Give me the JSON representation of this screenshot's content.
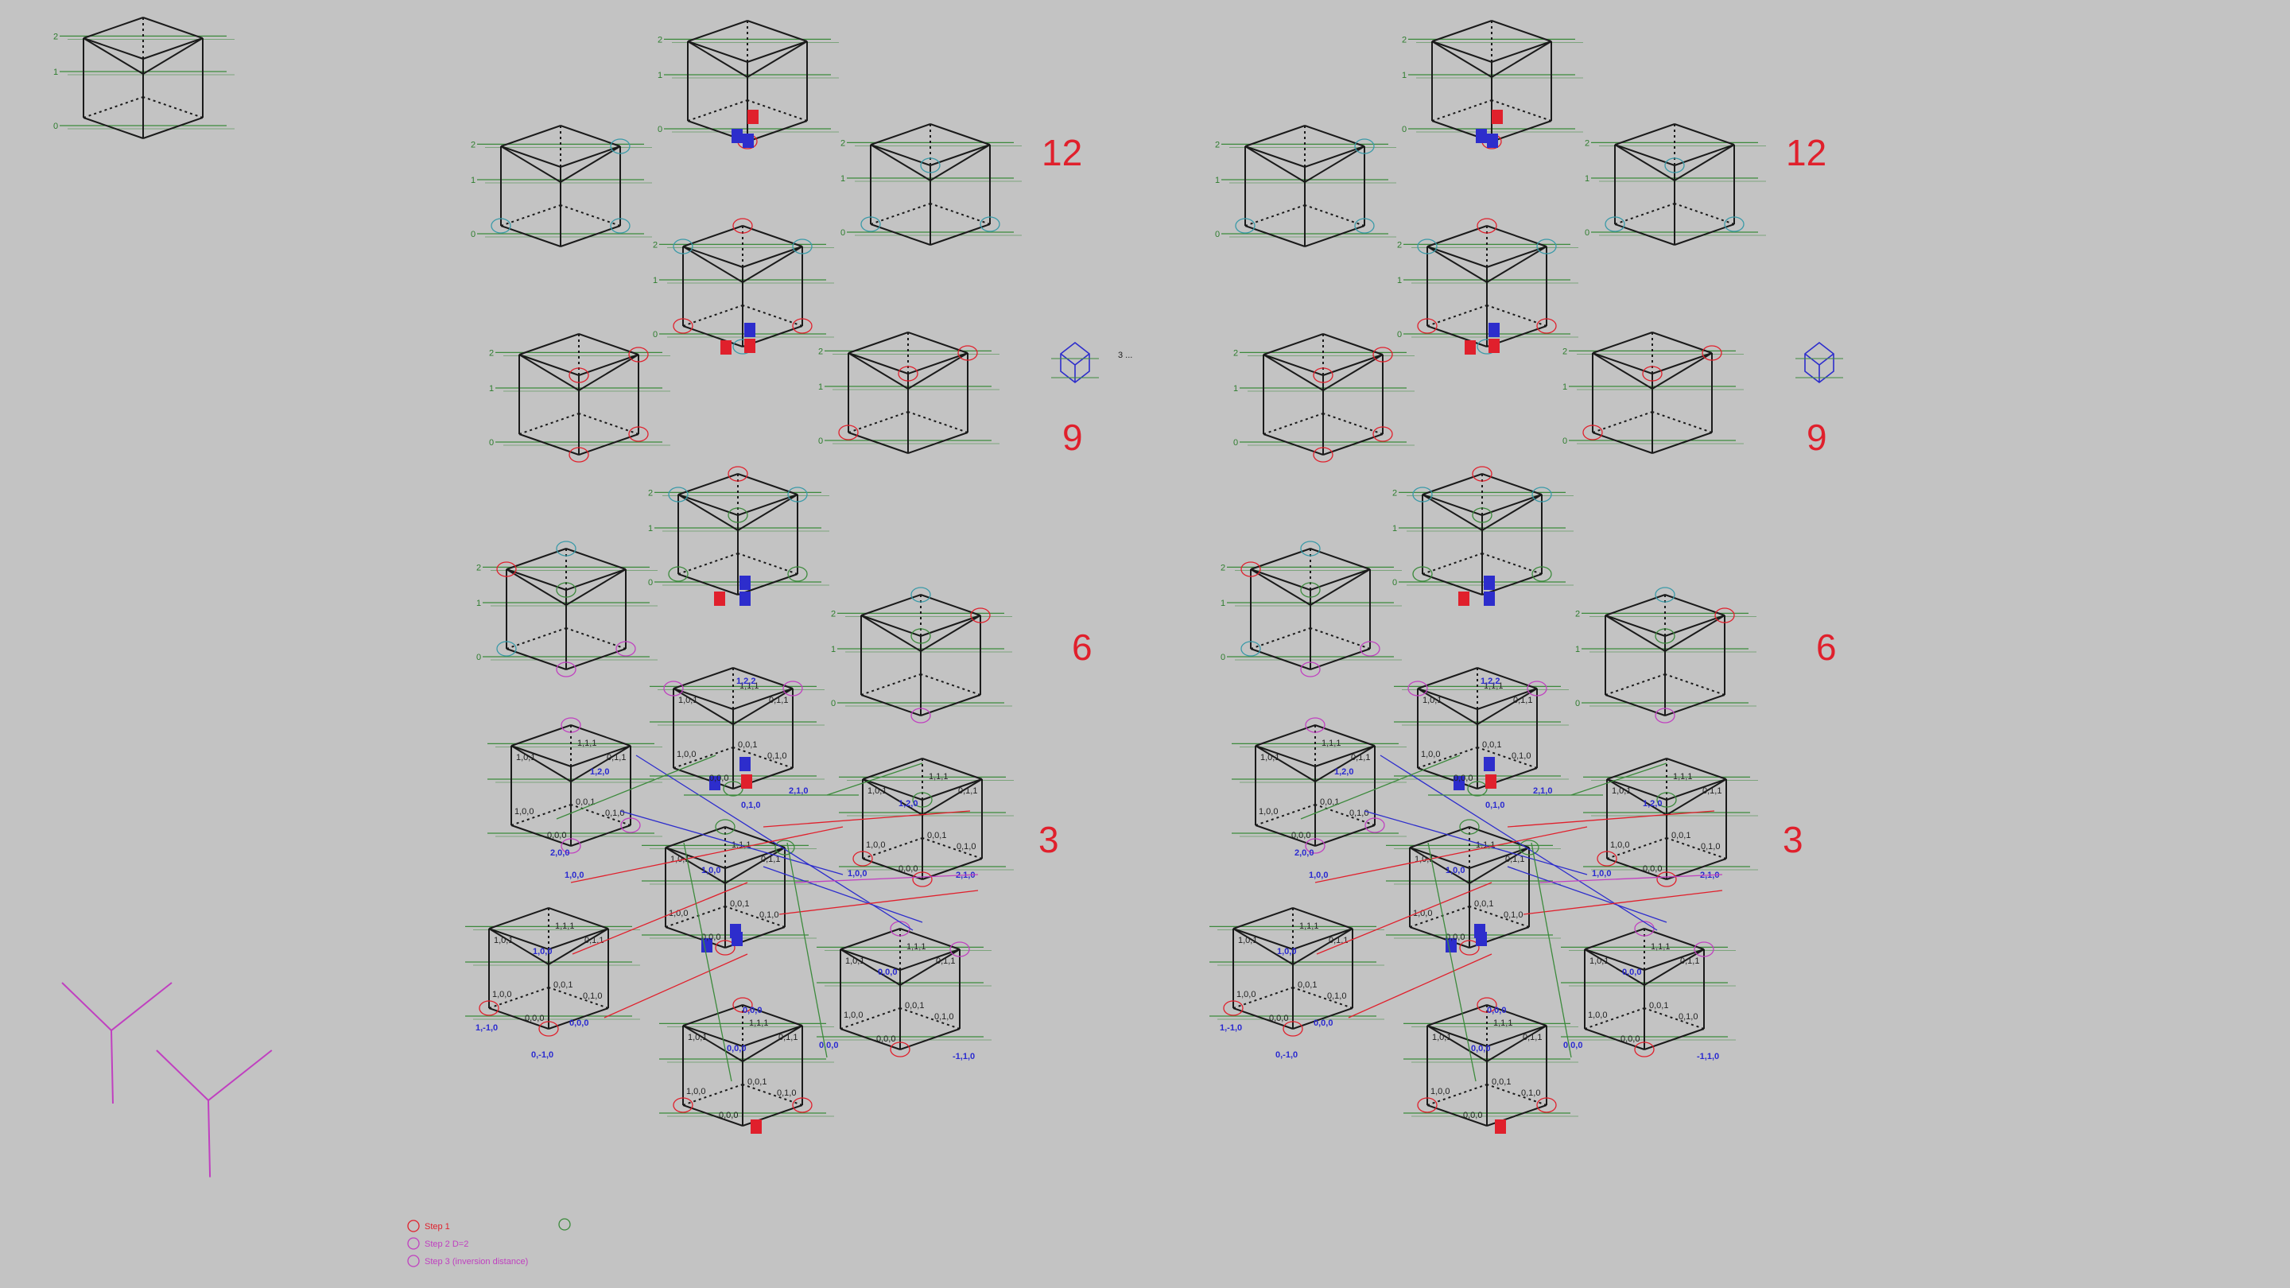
{
  "level_labels": [
    "0",
    "1",
    "2"
  ],
  "row_totals": [
    "12",
    "9",
    "6",
    "3"
  ],
  "small_note": "3 ...",
  "legend": {
    "step1": "Step 1",
    "step2": "Step 2   D=2",
    "step3": "Step 3   (inversion distance)"
  },
  "vertex_labels": {
    "top": "1,1,1",
    "a": "1,0,1",
    "b": "0,1,1",
    "c": "1,0,0",
    "d": "0,1,0",
    "e": "0,0,1",
    "bottom": "0,0,0"
  },
  "blue_labels": {
    "n1": "1,2,0",
    "n2": "2,0,0",
    "n3": "1,0,0",
    "n4": "1,-1,0",
    "n5": "0,-1,0",
    "n6": "0,0,0",
    "n7": "-1,1,0",
    "n8": "1,2,2",
    "n9": "0,1,0",
    "n10": "2,1,0"
  },
  "colors": {
    "background": "#c3c3c3",
    "edges": "#1a1a1a",
    "red": "#e0202c",
    "blue": "#2d2dcc",
    "green": "#3c8a3c",
    "magenta": "#c040c0",
    "teal": "#3a9aa8"
  }
}
